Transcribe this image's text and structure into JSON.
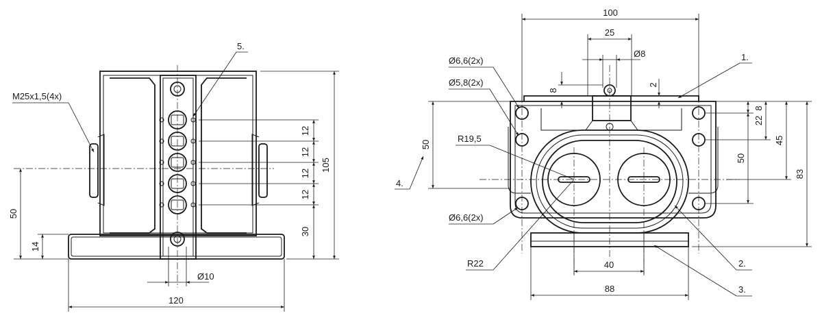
{
  "left_view": {
    "dimensions": {
      "width": "120",
      "height": "105",
      "base_height": "14",
      "axis_height": "50",
      "lower_offset": "30",
      "pitch_1": "12",
      "pitch_2": "12",
      "pitch_3": "12",
      "pitch_4": "12",
      "bolt_diameter": "Ø10"
    },
    "labels": {
      "thread": "M25x1,5(4x)",
      "callout_5": "5."
    }
  },
  "right_view": {
    "dimensions": {
      "width_top": "100",
      "spacing_25": "25",
      "dia_8": "Ø8",
      "offset_8": "8",
      "offset_2": "2",
      "offset_8b": "8",
      "height_22": "22",
      "height_45": "45",
      "height_50_left": "50",
      "height_50_right": "50",
      "height_83": "83",
      "bottom_40": "40",
      "bottom_88": "88"
    },
    "labels": {
      "hole_top": "Ø6,6(2x)",
      "hole_mid": "Ø5,8(2x)",
      "hole_bottom": "Ø6,6(2x)",
      "radius_inner": "R19,5",
      "radius_outer": "R22",
      "callout_1": "1.",
      "callout_2": "2.",
      "callout_3": "3.",
      "callout_4": "4."
    }
  }
}
